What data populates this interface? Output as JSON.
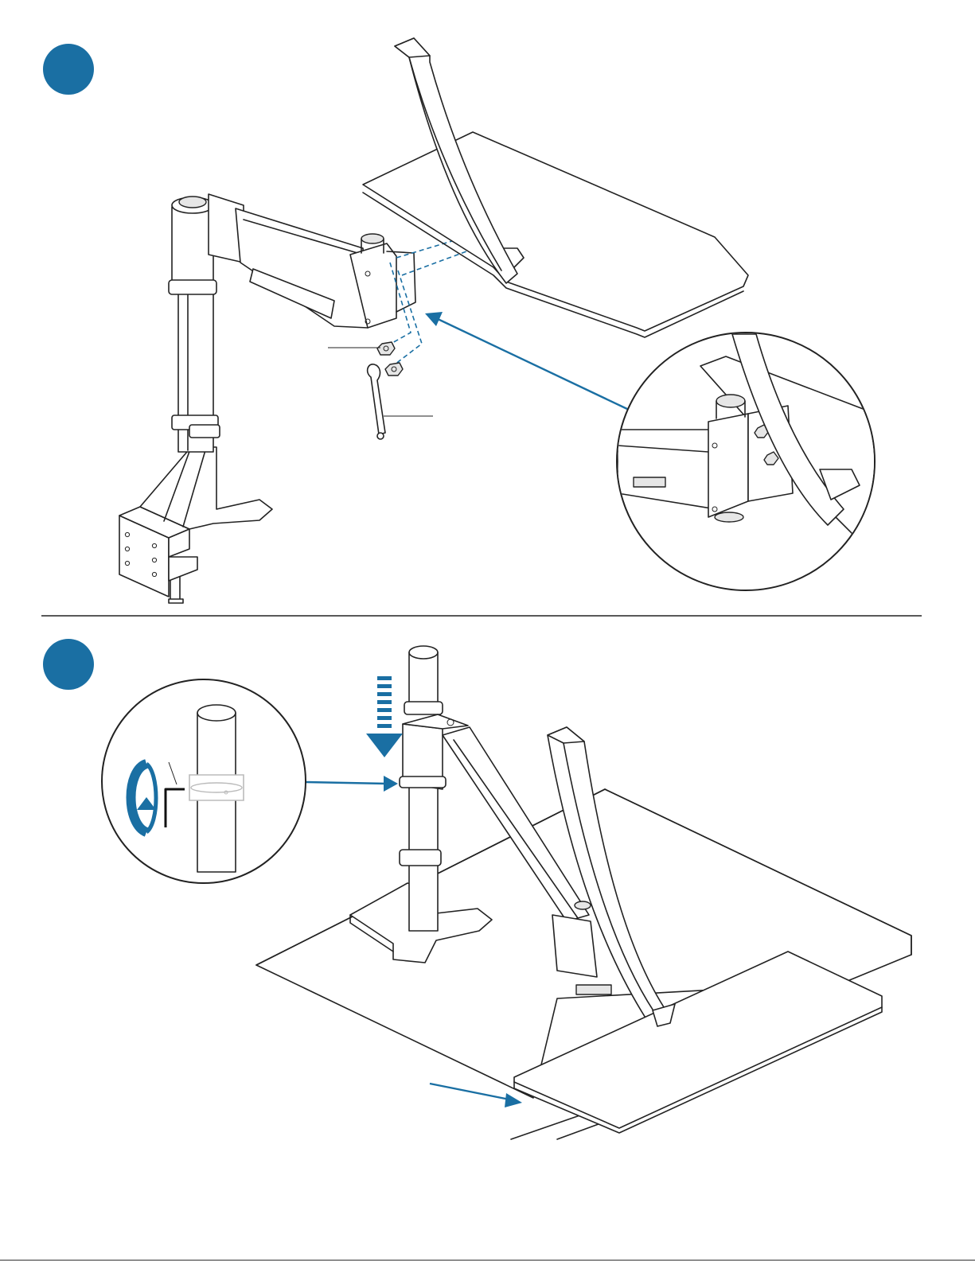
{
  "steps": [
    {
      "number": "",
      "description": ""
    },
    {
      "number": "",
      "description": ""
    }
  ],
  "colors": {
    "accent": "#1a6fa3",
    "line": "#222222",
    "background": "#ffffff"
  },
  "icons": [
    "step-badge",
    "callout-arrow",
    "rotation-arrow",
    "downward-arrow",
    "hex-key"
  ]
}
